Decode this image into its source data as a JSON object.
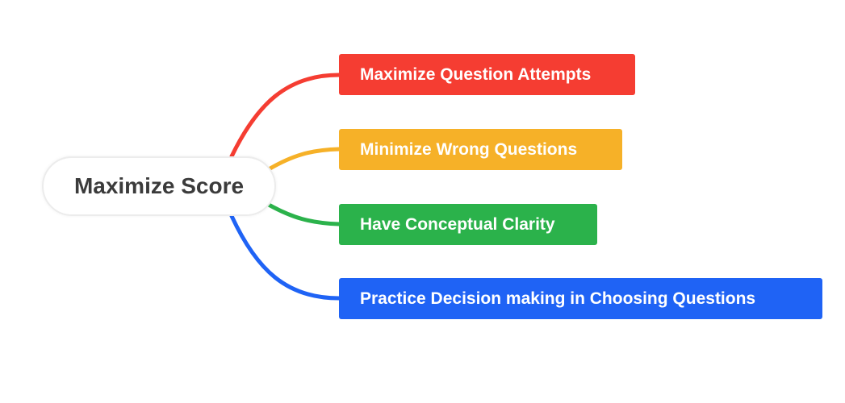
{
  "root": {
    "label": "Maximize Score"
  },
  "branches": [
    {
      "label": "Maximize Question Attempts",
      "color": "#f53d32"
    },
    {
      "label": "Minimize Wrong Questions",
      "color": "#f6b128"
    },
    {
      "label": "Have Conceptual Clarity",
      "color": "#2bb24b"
    },
    {
      "label": "Practice Decision making in Choosing Questions",
      "color": "#1f63f5"
    }
  ]
}
